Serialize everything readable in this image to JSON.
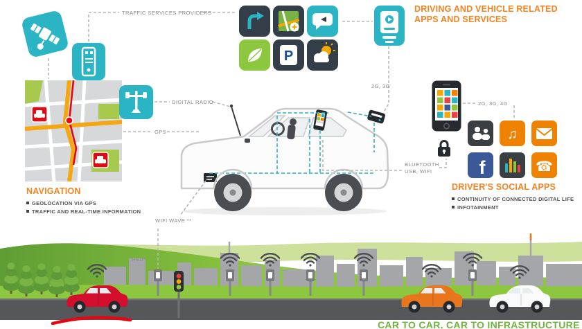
{
  "sections": {
    "apps": {
      "title_line1": "DRIVING AND VEHICLE RELATED",
      "title_line2": "APPS AND SERVICES"
    },
    "navigation": {
      "title": "NAVIGATION",
      "bullets": [
        "GEOLOCATION VIA GPS",
        "TRAFFIC AND REAL-TIME INFORMATION"
      ]
    },
    "social": {
      "title": "DRIVER'S SOCIAL APPS",
      "bullets": [
        "CONTINUITY OF CONNECTED DIGITAL LIFE",
        "INFOTAINMENT"
      ]
    },
    "bottom": {
      "title": "CAR TO CAR, CAR TO INFRASTRUCTURE"
    }
  },
  "labels": {
    "traffic_services_providers": "TRAFFIC SERVICES PROVIDERS",
    "digital_radio": "DIGITAL RADIO",
    "gps": "GPS",
    "net_car": "2G, 3G",
    "net_phone": "2G, 3G, 4G",
    "bluetooth_line1": "BLUETOOTH",
    "bluetooth_line2": "USB, WIFI",
    "wifi_wave": "WIFI WAVE **",
    "rsu": "RSU*"
  },
  "icons": {
    "parking_letter": "P",
    "facebook_letter": "f",
    "music_glyph": "♫",
    "phone_glyph": "☎"
  },
  "colors": {
    "teal": "#2ab4c4",
    "orange_heading": "#f5831f",
    "green": "#8dc63f",
    "dark_tile": "#333e48",
    "orange_tile": "#ef8200",
    "facebook_blue": "#3b5998",
    "red": "#e30613",
    "label_grey": "#85878a"
  }
}
